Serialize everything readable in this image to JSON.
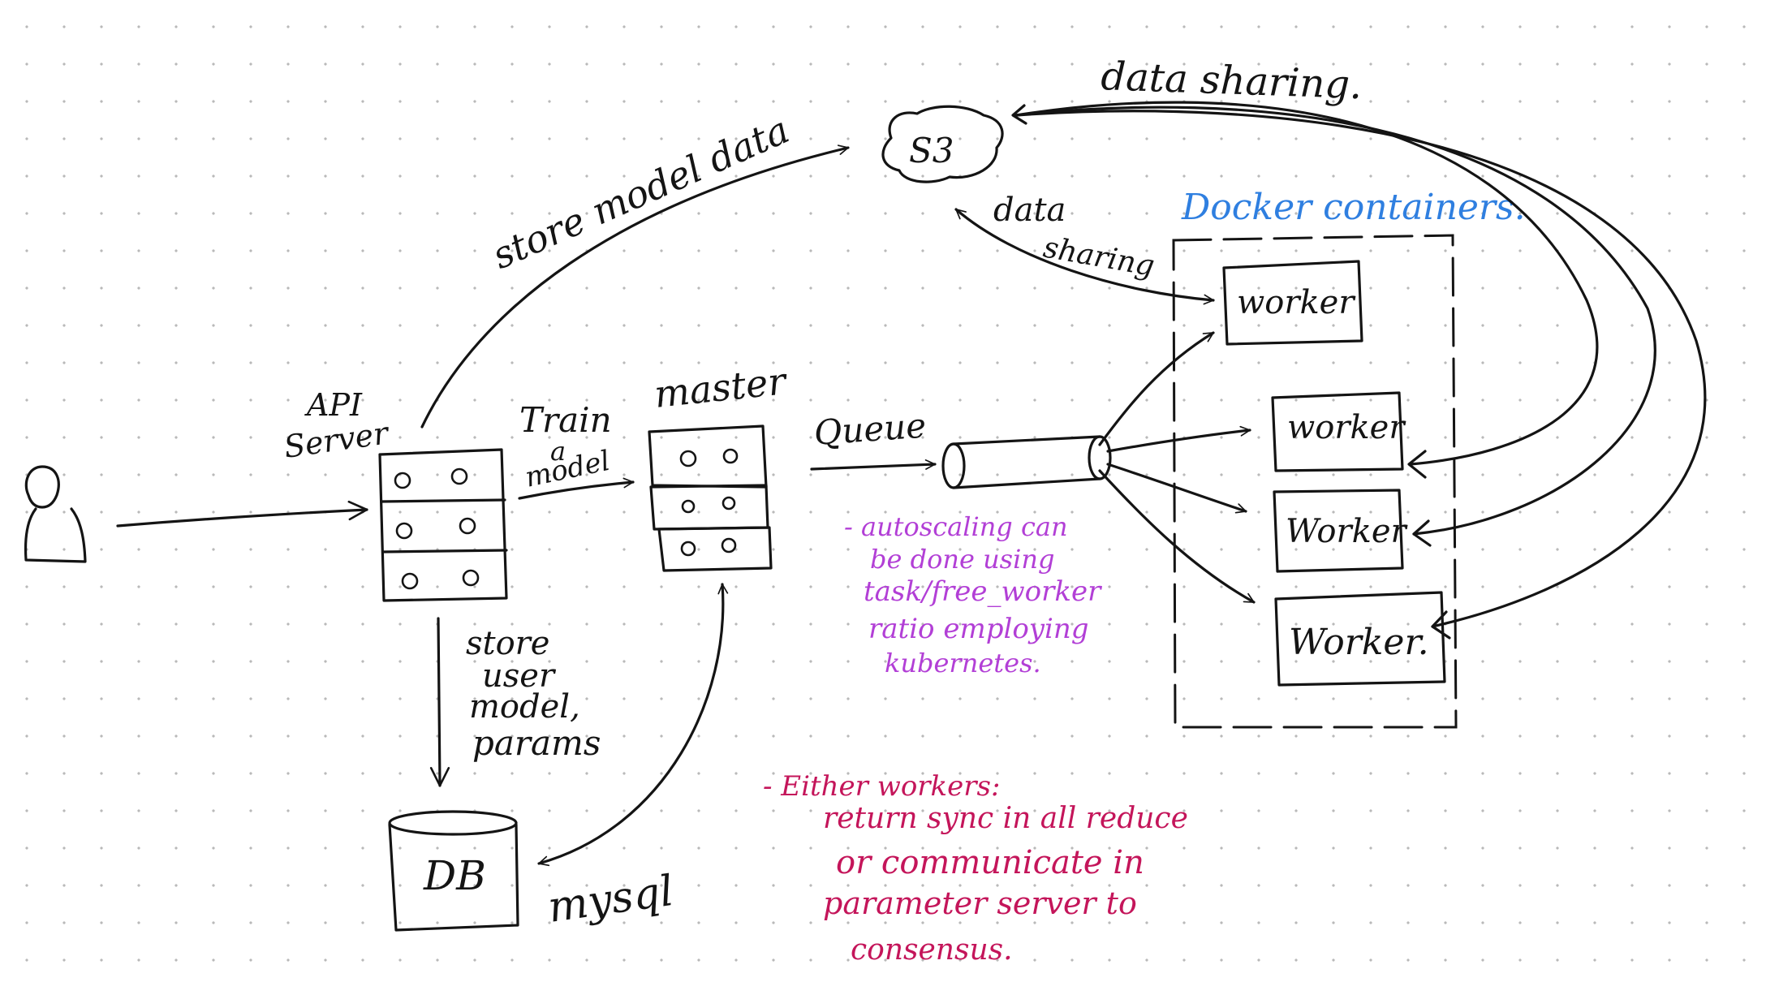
{
  "labels": {
    "api_server": [
      "API",
      "Server"
    ],
    "train_a_model": [
      "Train",
      "a",
      "model"
    ],
    "master": "master",
    "queue": "Queue",
    "s3": "S3",
    "store_model_data": "store model data",
    "data_sharing_top": "data sharing.",
    "data_sharing_side": [
      "data",
      "sharing"
    ],
    "docker_containers": "Docker containers.",
    "store_user_model_params": [
      "store",
      "user",
      "model,",
      "params"
    ],
    "db": "DB",
    "mysql": "mysql"
  },
  "workers": [
    "worker",
    "worker",
    "Worker",
    "Worker."
  ],
  "notes": {
    "autoscaling": [
      "- autoscaling can",
      "be done using",
      "task/free_worker",
      "ratio employing",
      "kubernetes."
    ],
    "workers_sync": [
      "- Either workers:",
      "return sync in all reduce",
      "or communicate in",
      "parameter server to",
      "consensus."
    ]
  },
  "colors": {
    "ink": "#141414",
    "docker_label": "#2f7fe0",
    "autoscaling_note": "#b23fd6",
    "sync_note": "#c4155a"
  }
}
